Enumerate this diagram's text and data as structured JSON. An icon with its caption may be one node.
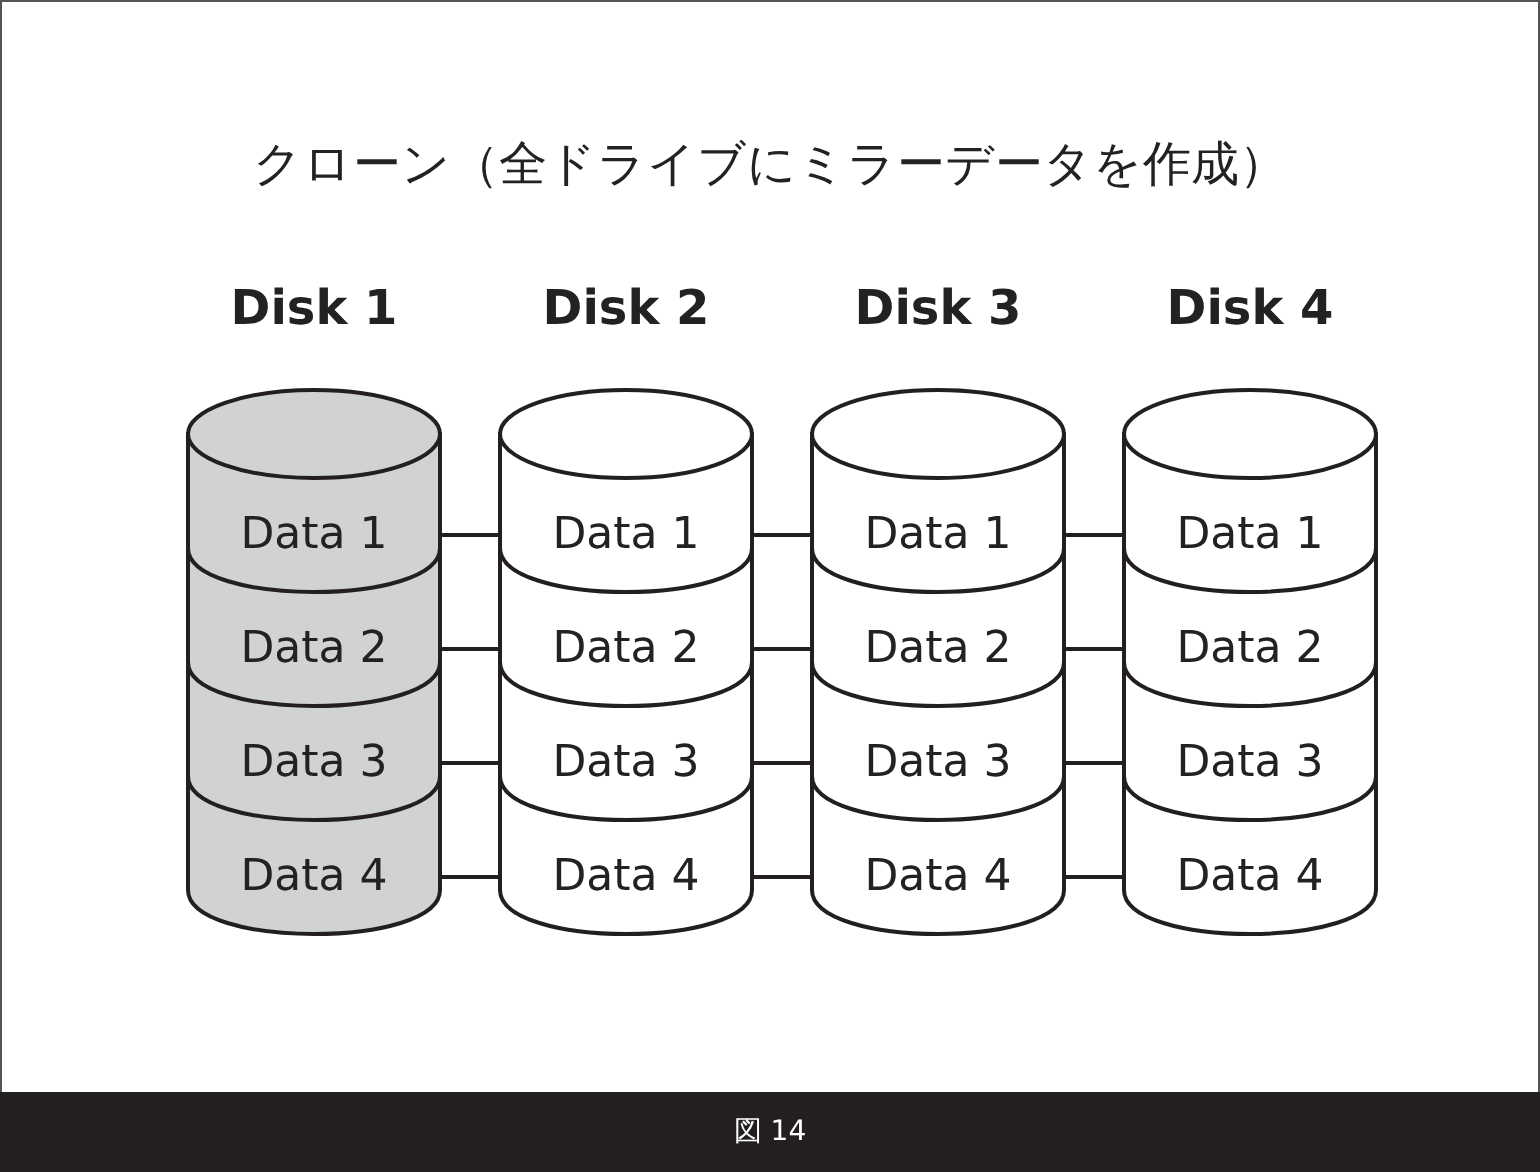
{
  "diagram": {
    "title": "クローン（全ドライブにミラーデータを作成）",
    "caption": "図 14",
    "nodes": [
      {
        "text": [
          "Disk 1"
        ]
      },
      {
        "text": [
          "Data 1"
        ],
        "in": 0
      },
      {
        "text": [
          "Data 2"
        ],
        "in": 0
      },
      {
        "text": [
          "Data 3"
        ],
        "in": 0
      },
      {
        "text": [
          "Data 4"
        ],
        "in": 0
      },
      {
        "text": [
          "Disk 2"
        ]
      },
      {
        "text": [
          "Data 1"
        ],
        "in": 5
      },
      {
        "text": [
          "Data 2"
        ],
        "in": 5
      },
      {
        "text": [
          "Data 3"
        ],
        "in": 5
      },
      {
        "text": [
          "Data 4"
        ],
        "in": 5
      },
      {
        "text": [
          "Disk 3"
        ]
      },
      {
        "text": [
          "Data 1"
        ],
        "in": 10
      },
      {
        "text": [
          "Data 2"
        ],
        "in": 10
      },
      {
        "text": [
          "Data 3"
        ],
        "in": 10
      },
      {
        "text": [
          "Data 4"
        ],
        "in": 10
      },
      {
        "text": [
          "Disk 4"
        ]
      },
      {
        "text": [
          "Data 1"
        ],
        "in": 15
      },
      {
        "text": [
          "Data 2"
        ],
        "in": 15
      },
      {
        "text": [
          "Data 3"
        ],
        "in": 15
      },
      {
        "text": [
          "Data 4"
        ],
        "in": 15
      }
    ],
    "edges": [
      {
        "from": 1,
        "to": 6,
        "arrow": "none"
      },
      {
        "from": 6,
        "to": 11,
        "arrow": "none"
      },
      {
        "from": 11,
        "to": 16,
        "arrow": "none"
      },
      {
        "from": 2,
        "to": 7,
        "arrow": "none"
      },
      {
        "from": 7,
        "to": 12,
        "arrow": "none"
      },
      {
        "from": 12,
        "to": 17,
        "arrow": "none"
      },
      {
        "from": 3,
        "to": 8,
        "arrow": "none"
      },
      {
        "from": 8,
        "to": 13,
        "arrow": "none"
      },
      {
        "from": 13,
        "to": 18,
        "arrow": "none"
      },
      {
        "from": 4,
        "to": 9,
        "arrow": "none"
      },
      {
        "from": 9,
        "to": 14,
        "arrow": "none"
      },
      {
        "from": 14,
        "to": 19,
        "arrow": "none"
      }
    ]
  }
}
